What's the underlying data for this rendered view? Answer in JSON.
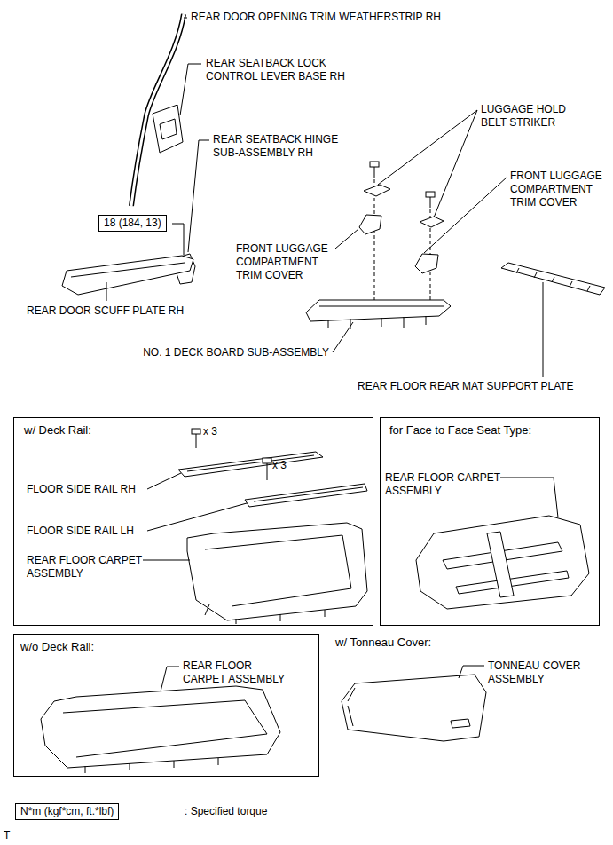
{
  "diagram": {
    "nodes": [
      {
        "text": [
          "18 (184, 13)"
        ]
      },
      {
        "text": [
          "w/ Deck Rail:",
          "x 3",
          "FLOOR SIDE RAIL RH",
          "x 3",
          "FLOOR SIDE RAIL LH",
          "REAR FLOOR CARPET ASSEMBLY"
        ]
      },
      {
        "text": [
          "for Face to Face Seat Type:",
          "REAR FLOOR CARPET ASSEMBLY"
        ]
      },
      {
        "text": [
          "w/o Deck Rail:",
          "REAR FLOOR CARPET ASSEMBLY"
        ]
      },
      {
        "text": [
          "N*m (kgf*cm, ft.*lbf)"
        ]
      }
    ],
    "labels": [
      "REAR DOOR OPENING TRIM WEATHERSTRIP RH",
      "REAR SEATBACK LOCK CONTROL LEVER BASE RH",
      "REAR SEATBACK HINGE SUB-ASSEMBLY RH",
      "LUGGAGE HOLD BELT STRIKER",
      "FRONT LUGGAGE COMPARTMENT TRIM COVER",
      "FRONT LUGGAGE COMPARTMENT TRIM COVER",
      "REAR DOOR SCUFF PLATE RH",
      "NO. 1 DECK BOARD SUB-ASSEMBLY",
      "REAR FLOOR REAR MAT SUPPORT PLATE",
      "w/ Tonneau Cover:",
      "TONNEAU COVER ASSEMBLY",
      ": Specified torque",
      "T"
    ]
  }
}
